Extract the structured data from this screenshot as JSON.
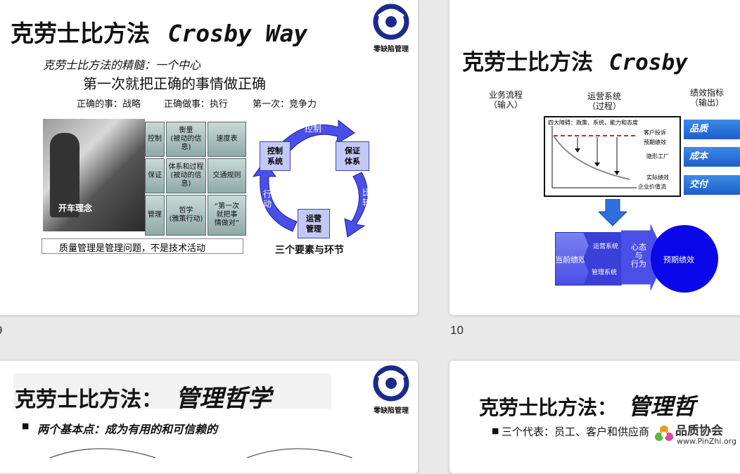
{
  "slides": [
    {
      "number": "9",
      "title_cn": "克劳士比方法",
      "title_en": "Crosby Way",
      "logo_caption": "零缺陷管理",
      "subtitle": "克劳士比方法的精髓：一个中心",
      "heading": "第一次就把正确的事情做正确",
      "sub_items": [
        "正确的事：战略",
        "正确做事：执行",
        "第一次：竞争力"
      ],
      "photo_caption": "开车理念",
      "grid": [
        [
          "控制",
          "衡量\n(被动的信息)",
          "速度表"
        ],
        [
          "保证",
          "体系和过程\n(被动的信息)",
          "交通规则"
        ],
        [
          "管理",
          "哲学\n(雅策行动)",
          "“第一次\n就把事\n情做对”"
        ]
      ],
      "footer_text": "质量管理是管理问题，不是技术活动",
      "cycle": {
        "nodes": [
          "控制\n系统",
          "保证\n体系",
          "运营\n管理"
        ],
        "arrows": [
          "控制",
          "比较",
          "行动"
        ],
        "caption": "三个要素与环节"
      }
    },
    {
      "number": "10",
      "title_cn": "克劳士比方法",
      "title_en": "Crosby",
      "columns": [
        {
          "label": "业务流程",
          "sub": "（输入）"
        },
        {
          "label": "运营系统",
          "sub": "（过程）"
        },
        {
          "label": "绩效指标",
          "sub": "（输出）"
        }
      ],
      "box_header": "四大障碍：政策、系统、能力和态度",
      "box_labels": [
        "客户投诉",
        "预期绩效",
        "隐形工厂",
        "实际绩效",
        "企业价值流"
      ],
      "outputs": [
        "品质",
        "成本",
        "交付"
      ],
      "flow": {
        "current": "当前绩效",
        "systems": [
          "运营系统",
          "管理系统"
        ],
        "mindset": "心态\n与\n行为",
        "expected": "预期绩效"
      }
    },
    {
      "title_cn": "克劳士比方法：",
      "title_phil": "管理哲学",
      "logo_caption": "零缺陷管理",
      "bullet": "两个基本点：成为有用的和可信赖的"
    },
    {
      "title_cn": "克劳士比方法：",
      "title_phil": "管理哲",
      "bullet": "三个代表：员工、客户和供应商"
    }
  ],
  "watermark": {
    "text": "品质协会",
    "url": "www.PinZhi.org"
  },
  "colors": {
    "accent_blue": "#1f5fd0",
    "cycle_blue": "#4a4fe8",
    "node_fill": "#c4c8f4",
    "red_dash": "#e02020"
  }
}
